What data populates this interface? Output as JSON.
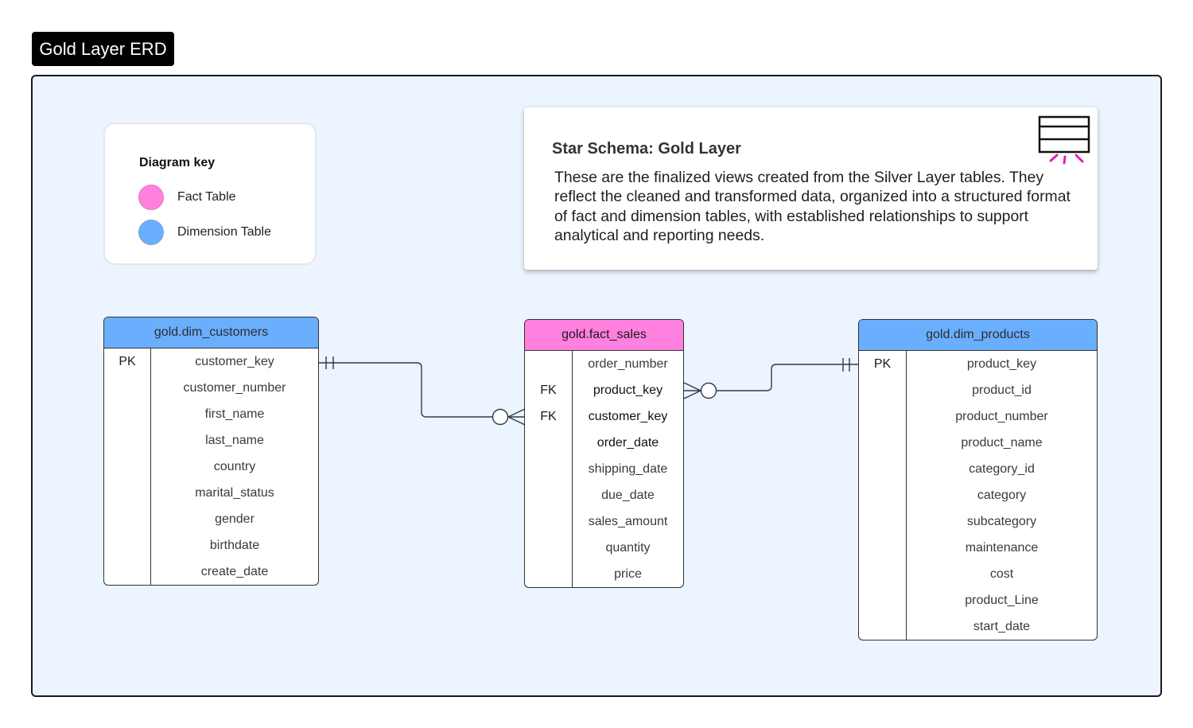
{
  "title": "Gold Layer ERD",
  "colors": {
    "fact": "#ff80df",
    "dimension": "#6aaefe",
    "canvas": "#ecf4ff"
  },
  "diagram_key": {
    "heading": "Diagram key",
    "items": [
      {
        "label": "Fact Table",
        "color": "#ff80df"
      },
      {
        "label": "Dimension Table",
        "color": "#6aaefe"
      }
    ]
  },
  "note": {
    "title": "Star Schema: Gold Layer",
    "body": "These are the finalized views created from the Silver Layer tables. They reflect the cleaned and transformed data, organized into a structured format of fact and dimension tables, with established relationships to support analytical and reporting needs.",
    "icon": "table-presentation-icon"
  },
  "tables": {
    "dim_customers": {
      "name": "gold.dim_customers",
      "keys": [
        "PK",
        "",
        "",
        "",
        "",
        "",
        "",
        "",
        ""
      ],
      "columns": [
        "customer_key",
        "customer_number",
        "first_name",
        "last_name",
        "country",
        "marital_status",
        "gender",
        "birthdate",
        "create_date"
      ]
    },
    "fact_sales": {
      "name": "gold.fact_sales",
      "keys": [
        "",
        "FK",
        "FK",
        "",
        "",
        "",
        "",
        "",
        ""
      ],
      "columns": [
        "order_number",
        "product_key",
        "customer_key",
        "order_date",
        "shipping_date",
        "due_date",
        "sales_amount",
        "quantity",
        "price"
      ]
    },
    "dim_products": {
      "name": "gold.dim_products",
      "keys": [
        "PK",
        "",
        "",
        "",
        "",
        "",
        "",
        "",
        "",
        "",
        ""
      ],
      "columns": [
        "product_key",
        "product_id",
        "product_number",
        "product_name",
        "category_id",
        "category",
        "subcategory",
        "maintenance",
        "cost",
        "product_Line",
        "start_date"
      ]
    }
  },
  "relationships": [
    {
      "from": "gold.dim_customers.customer_key",
      "to": "gold.fact_sales.customer_key",
      "from_cardinality": "one-and-only-one",
      "to_cardinality": "zero-or-many"
    },
    {
      "from": "gold.dim_products.product_key",
      "to": "gold.fact_sales.product_key",
      "from_cardinality": "one-and-only-one",
      "to_cardinality": "zero-or-many"
    }
  ]
}
